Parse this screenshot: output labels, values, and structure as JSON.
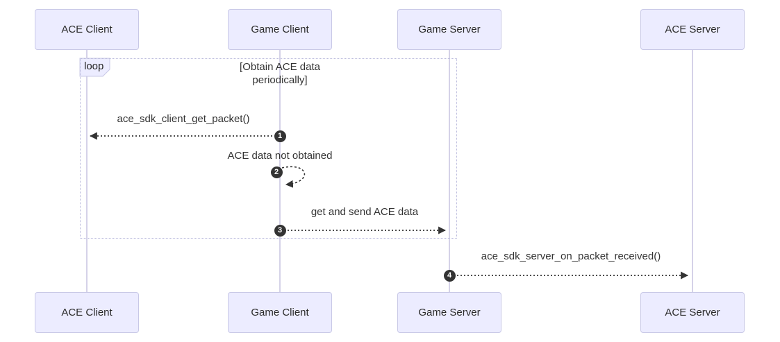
{
  "diagram": {
    "type": "sequence-diagram",
    "actors": [
      {
        "name": "ACE Client"
      },
      {
        "name": "Game Client"
      },
      {
        "name": "Game Server"
      },
      {
        "name": "ACE Server"
      }
    ],
    "loop": {
      "label": "loop",
      "condition": "[Obtain ACE data periodically]"
    },
    "messages": [
      {
        "seq": "1",
        "label": "ace_sdk_client_get_packet()",
        "from": "Game Client",
        "to": "ACE Client",
        "arrow": "dotted"
      },
      {
        "seq": "2",
        "label": "ACE data not obtained",
        "from": "Game Client",
        "to": "Game Client",
        "arrow": "dotted-self"
      },
      {
        "seq": "3",
        "label": "get and send ACE data",
        "from": "Game Client",
        "to": "Game Server",
        "arrow": "dotted"
      },
      {
        "seq": "4",
        "label": "ace_sdk_server_on_packet_received()",
        "from": "Game Server",
        "to": "ACE Server",
        "arrow": "dotted"
      }
    ],
    "colors": {
      "actor_fill": "#ECECFF",
      "actor_border": "#C8C8E6",
      "lifeline": "#D5D2E8",
      "loop_border": "#B9B9DC",
      "message_text": "#333333",
      "arrow": "#333333",
      "seq_badge_bg": "#333333",
      "seq_badge_text": "#FFFFFF"
    }
  }
}
